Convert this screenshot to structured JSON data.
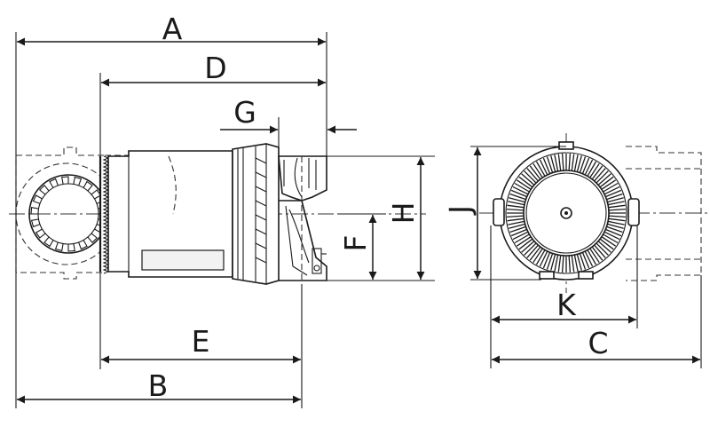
{
  "dimensions": {
    "A": "A",
    "B": "B",
    "C": "C",
    "D": "D",
    "E": "E",
    "F": "F",
    "G": "G",
    "H": "H",
    "J": "J",
    "K": "K"
  },
  "colors": {
    "line": "#1a1a1a",
    "background": "#ffffff"
  }
}
